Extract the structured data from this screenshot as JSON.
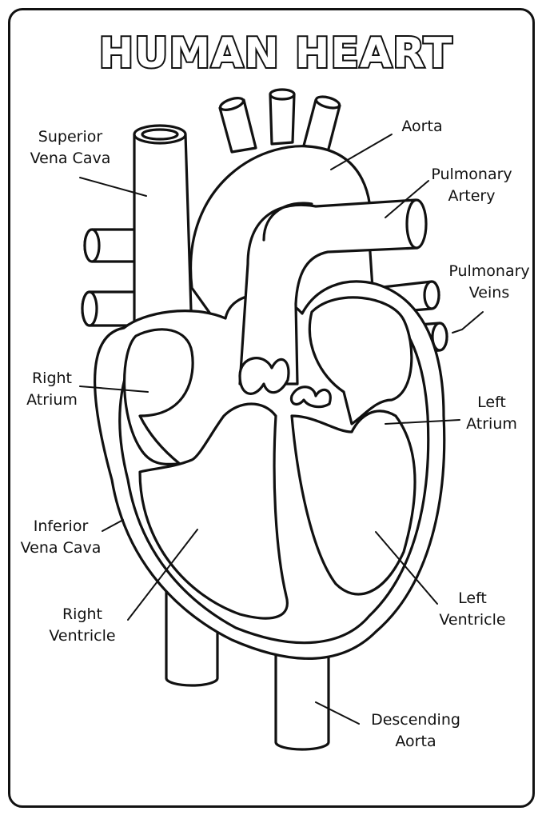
{
  "title": "HUMAN HEART",
  "labels": {
    "superior_vena_cava": [
      "Superior",
      "Vena Cava"
    ],
    "aorta": [
      "Aorta"
    ],
    "pulmonary_artery": [
      "Pulmonary",
      "Artery"
    ],
    "pulmonary_veins": [
      "Pulmonary",
      "Veins"
    ],
    "right_atrium": [
      "Right",
      "Atrium"
    ],
    "left_atrium": [
      "Left",
      "Atrium"
    ],
    "inferior_vena_cava": [
      "Inferior",
      "Vena Cava"
    ],
    "right_ventricle": [
      "Right",
      "Ventricle"
    ],
    "left_ventricle": [
      "Left",
      "Ventricle"
    ],
    "descending_aorta": [
      "Descending",
      "Aorta"
    ]
  },
  "colors": {
    "line": "#111111",
    "background": "#ffffff"
  }
}
